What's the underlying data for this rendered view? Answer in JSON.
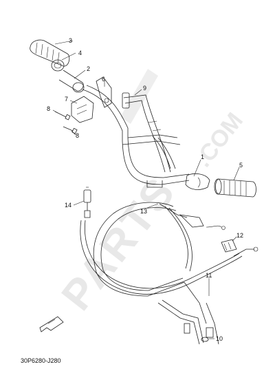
{
  "diagram": {
    "callouts": [
      "1",
      "2",
      "3",
      "4",
      "5",
      "6",
      "7",
      "8",
      "8",
      "9",
      "10",
      "11",
      "12",
      "13",
      "14"
    ],
    "drawing_code": "30P6280-J280",
    "watermark": {
      "brand": "PARTS",
      "domain": ".COM"
    }
  }
}
